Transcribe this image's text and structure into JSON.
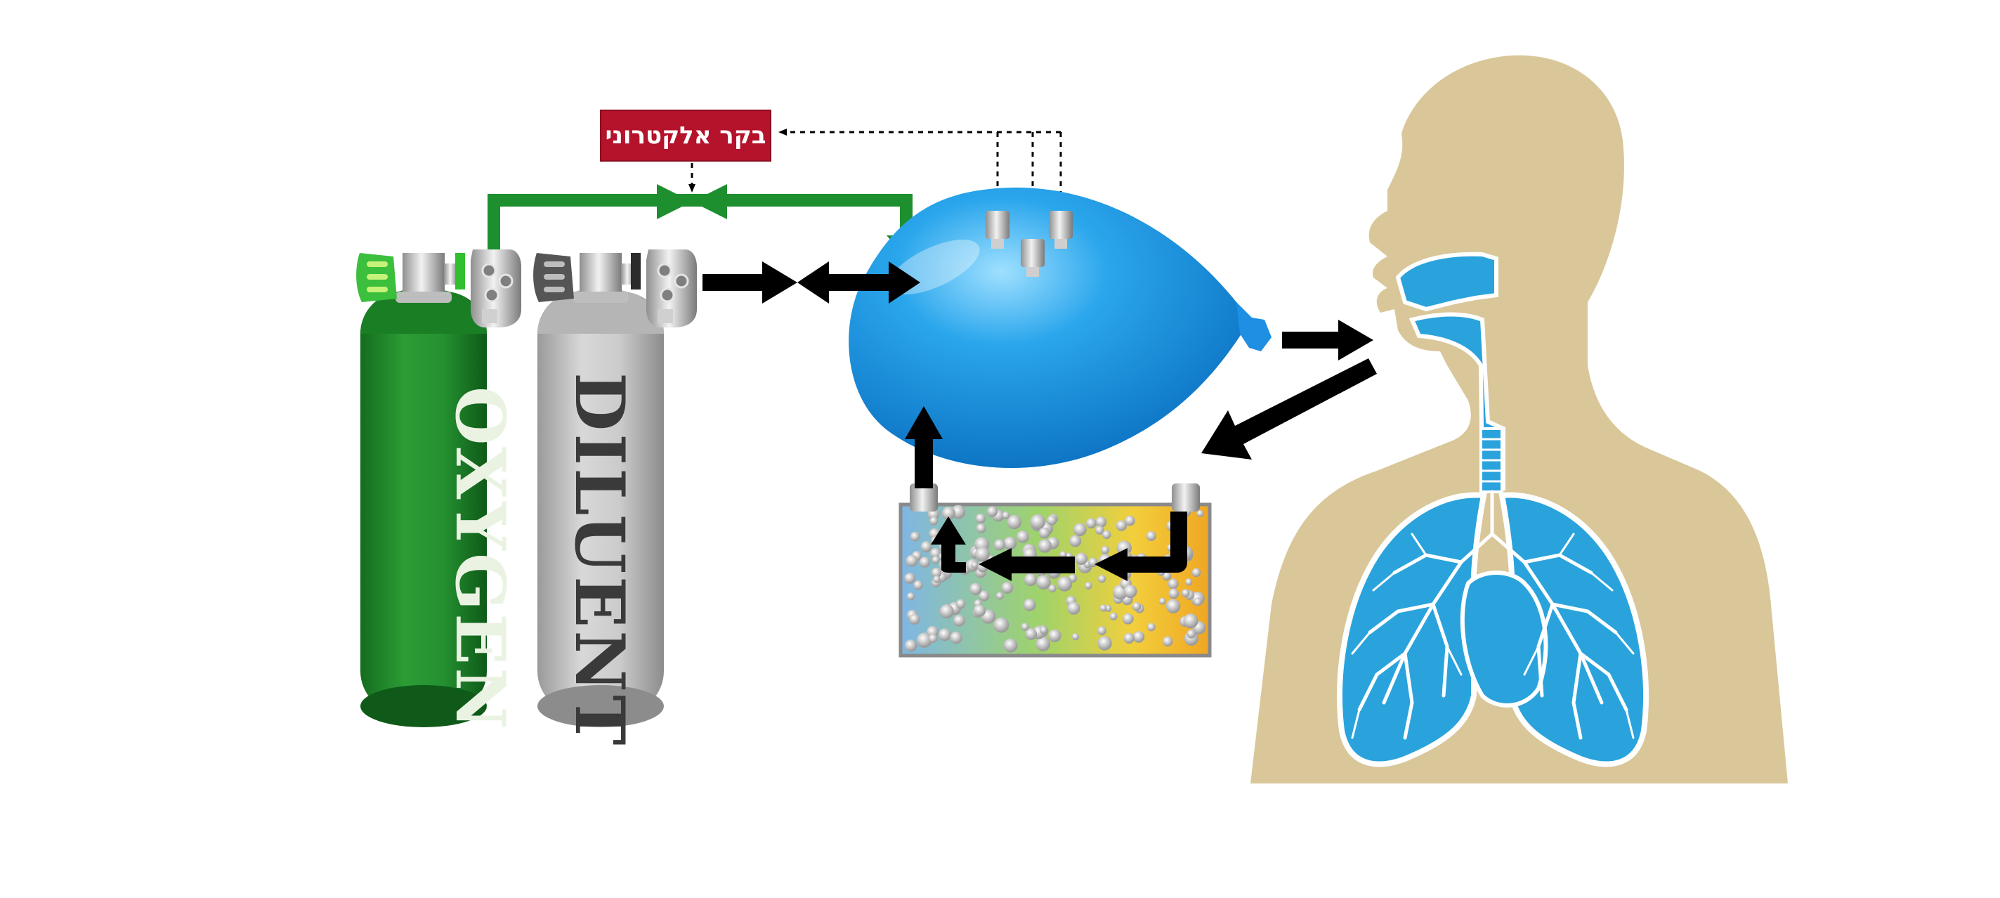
{
  "controller": {
    "label": "בקר אלקטרוני"
  },
  "tanks": [
    {
      "label": "OXYGEN",
      "body_color": "#1f8a2a",
      "valve_color": "#3cbf3c"
    },
    {
      "label": "DILUENT",
      "body_color": "#c4c4c4",
      "valve_color": "#555555"
    }
  ],
  "colors": {
    "flow_arrow": "#000000",
    "oxygen_line": "#1d8f2e",
    "bag": "#1e90e0",
    "person": "#d9c79a",
    "airway": "#2aa3dc",
    "controller": "#b5122b"
  }
}
